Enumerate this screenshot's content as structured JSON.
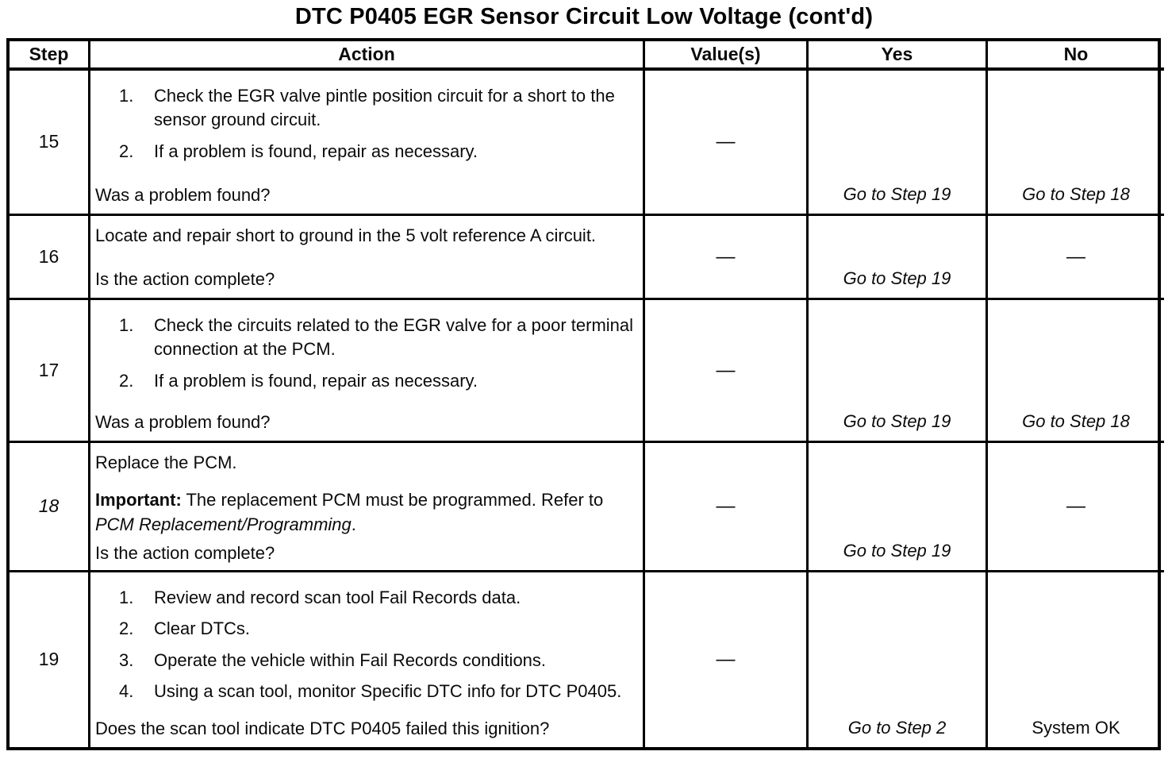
{
  "title": "DTC P0405 EGR Sensor Circuit Low Voltage (cont'd)",
  "headers": {
    "step": "Step",
    "action": "Action",
    "values": "Value(s)",
    "yes": "Yes",
    "no": "No"
  },
  "rows": {
    "r15": {
      "step": "15",
      "item1_num": "1.",
      "item1": "Check the EGR valve pintle position circuit for a short to the sensor ground circuit.",
      "item2_num": "2.",
      "item2": "If a problem is found, repair as necessary.",
      "question": "Was a problem found?",
      "value": "—",
      "yes": "Go to Step 19",
      "no": "Go to Step 18"
    },
    "r16": {
      "step": "16",
      "para": "Locate and repair short to ground in the 5 volt reference A circuit.",
      "question": "Is the action complete?",
      "value": "—",
      "yes": "Go to Step 19",
      "no": "—"
    },
    "r17": {
      "step": "17",
      "item1_num": "1.",
      "item1": "Check the circuits related to the EGR valve for a poor terminal connection at the PCM.",
      "item2_num": "2.",
      "item2": "If a problem is found, repair as necessary.",
      "question": "Was a problem found?",
      "value": "—",
      "yes": "Go to Step 19",
      "no": "Go to Step 18"
    },
    "r18": {
      "step": "18",
      "para1": "Replace the PCM.",
      "important_label": "Important:",
      "important_text": " The replacement PCM must be programmed. Refer to ",
      "important_ref": "PCM Replacement/Programming",
      "important_end": ".",
      "question": "Is the action complete?",
      "value": "—",
      "yes": "Go to Step 19",
      "no": "—"
    },
    "r19": {
      "step": "19",
      "item1_num": "1.",
      "item1": "Review and record scan tool Fail Records data.",
      "item2_num": "2.",
      "item2": "Clear DTCs.",
      "item3_num": "3.",
      "item3": "Operate the vehicle within Fail Records conditions.",
      "item4_num": "4.",
      "item4": "Using a scan tool, monitor Specific DTC info for DTC P0405.",
      "question": "Does the scan tool indicate DTC P0405 failed this ignition?",
      "value": "—",
      "yes": "Go to Step 2",
      "no": "System OK"
    }
  }
}
